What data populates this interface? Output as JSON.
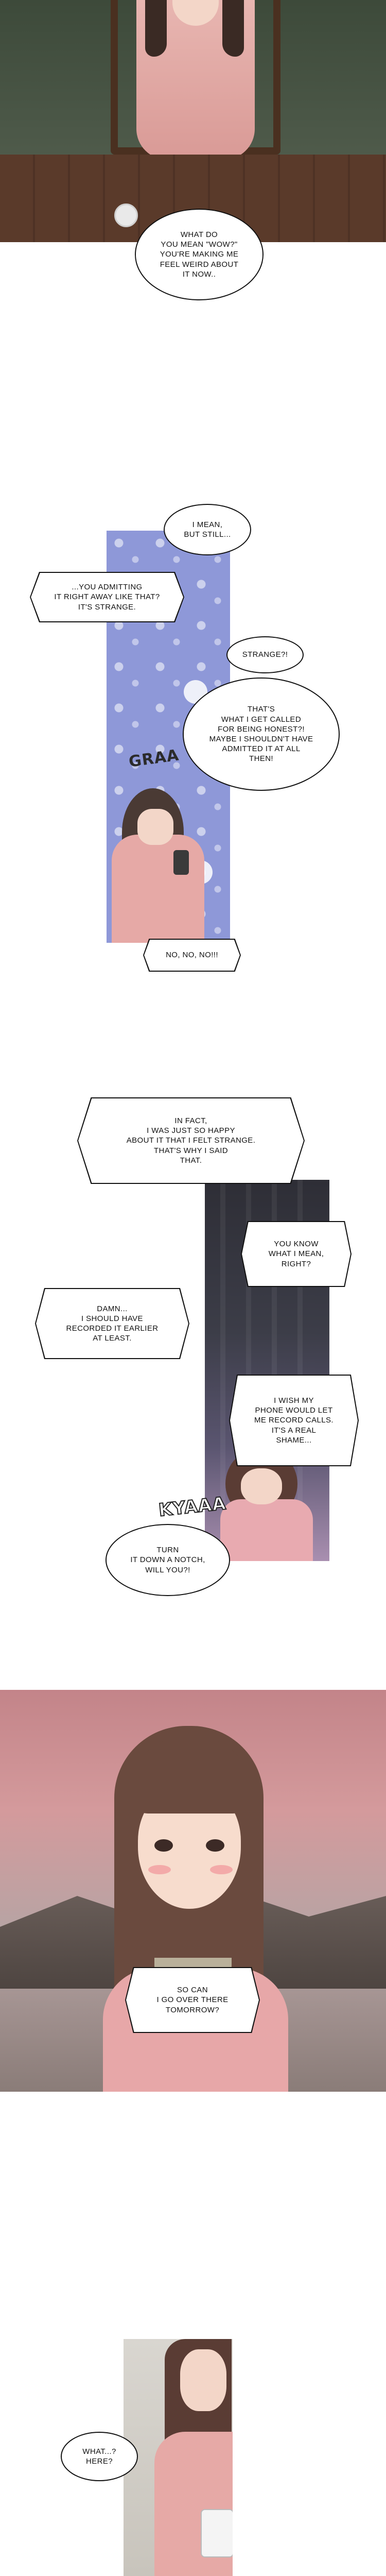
{
  "panel1": {
    "bubble": "WHAT DO\nYOU MEAN \"WOW?\"\nYOU'RE MAKING ME\nFEEL WEIRD ABOUT\nIT NOW.."
  },
  "panel2": {
    "bubble_but_still": "I MEAN,\nBUT STILL...",
    "bubble_admitting": "...YOU ADMITTING\nIT RIGHT AWAY LIKE THAT?\nIT'S STRANGE.",
    "bubble_strange": "STRANGE?!",
    "bubble_honest": "THAT'S\nWHAT I GET CALLED\nFOR BEING HONEST?!\nMAYBE I SHOULDN'T HAVE\nADMITTED IT AT ALL\nTHEN!",
    "sfx": "GRAA",
    "bubble_no": "NO, NO, NO!!!"
  },
  "panel3": {
    "bubble_happy": "IN FACT,\nI WAS JUST SO HAPPY\nABOUT IT THAT I FELT STRANGE.\nTHAT'S WHY I SAID\nTHAT.",
    "bubble_you_know": "YOU KNOW\nWHAT I MEAN,\nRIGHT?",
    "bubble_damn": "DAMN...\nI SHOULD HAVE\nRECORDED IT EARLIER\nAT LEAST.",
    "bubble_phone": "I WISH MY\nPHONE WOULD LET\nME RECORD CALLS.\nIT'S A REAL\nSHAME...",
    "sfx": "KYAAA",
    "bubble_notch": "TURN\nIT DOWN A NOTCH,\nWILL YOU?!"
  },
  "panel4": {
    "bubble": "SO CAN\nI GO OVER THERE\nTOMORROW?"
  },
  "panel5": {
    "bubble": "WHAT...?\nHERE?"
  }
}
